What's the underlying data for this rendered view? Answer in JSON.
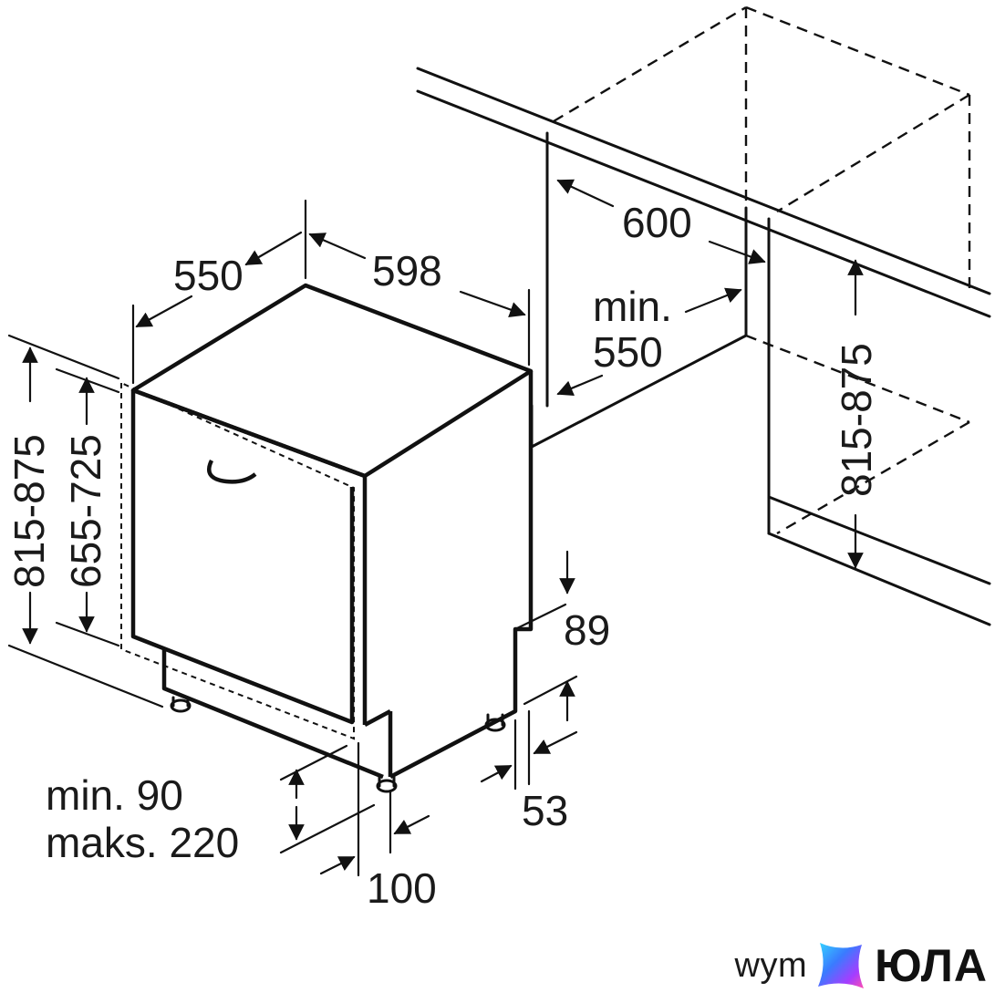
{
  "dimensions": {
    "width_top": "598",
    "depth_top": "550",
    "niche_width": "600",
    "niche_depth_label1": "min.",
    "niche_depth_label2": "550",
    "niche_height_right": "815-875",
    "height_left_outer": "815-875",
    "height_left_inner": "655-725",
    "toe_kick": "89",
    "gap_side": "53",
    "plinth_line1": "min. 90",
    "plinth_line2": "maks. 220",
    "bottom_offset": "100"
  },
  "watermark": {
    "prefix": "wym",
    "brand": "ЮЛА"
  },
  "colors": {
    "ink": "#111111",
    "background": "#ffffff",
    "logo_gradient": [
      "#3a7bff",
      "#a53dff",
      "#ff4fb0",
      "#35d6ff"
    ]
  }
}
